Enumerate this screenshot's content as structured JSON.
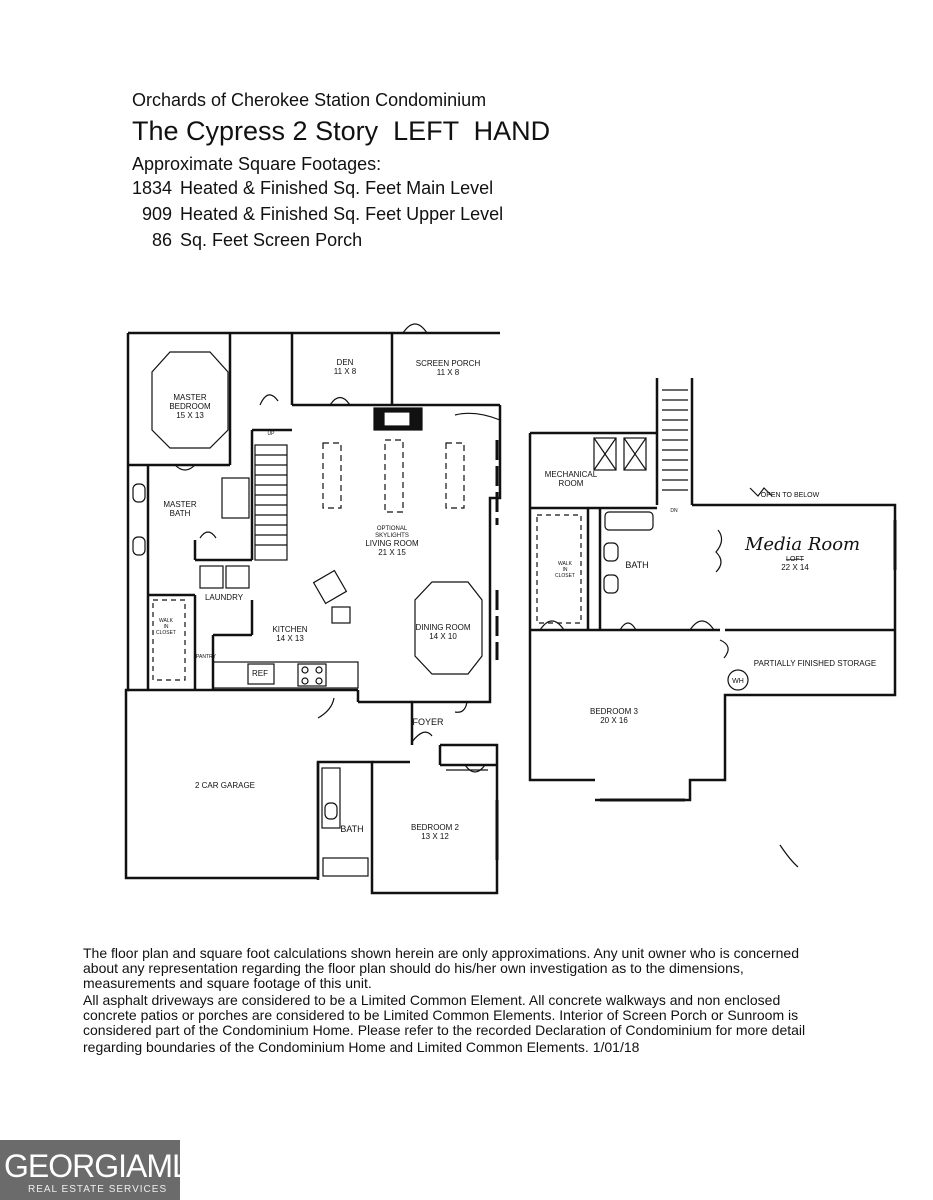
{
  "header": {
    "community": "Orchards of Cherokee Station Condominium",
    "plan_title": "The Cypress 2 Story  LEFT  HAND",
    "sqft_heading": "Approximate Square Footages:",
    "lines": [
      {
        "value": "1834",
        "text": "Heated & Finished Sq. Feet Main Level"
      },
      {
        "value": "909",
        "text": "Heated & Finished Sq. Feet Upper Level"
      },
      {
        "value": "86",
        "text": "Sq. Feet Screen Porch"
      }
    ]
  },
  "main_level": {
    "rooms": {
      "master_bedroom": [
        "MASTER",
        "BEDROOM",
        "15 X 13"
      ],
      "den": [
        "DEN",
        "11 X 8"
      ],
      "screen_porch": [
        "SCREEN PORCH",
        "11 X 8"
      ],
      "master_bath": [
        "MASTER",
        "BATH"
      ],
      "optional_skylights": [
        "OPTIONAL",
        "SKYLIGHTS"
      ],
      "living_room": [
        "LIVING ROOM",
        "21 X 15"
      ],
      "laundry": "LAUNDRY",
      "walk_in_closet": [
        "WALK",
        "IN",
        "CLOSET"
      ],
      "pantry": "PANTRY",
      "kitchen": [
        "KITCHEN",
        "14 X 13"
      ],
      "ref": "REF",
      "dining_room": [
        "DINING ROOM",
        "14 X 10"
      ],
      "foyer": "FOYER",
      "garage": "2 CAR GARAGE",
      "bath": "BATH",
      "bedroom2": [
        "BEDROOM 2",
        "13 X 12"
      ],
      "up": "UP"
    }
  },
  "upper_level": {
    "rooms": {
      "mechanical": [
        "MECHANICAL",
        "ROOM"
      ],
      "walk_in_closet": [
        "WALK",
        "IN",
        "CLOSET"
      ],
      "bath": "BATH",
      "dn": "DN",
      "open_to_below": "OPEN TO BELOW",
      "loft": [
        "LOFT",
        "22 X 14"
      ],
      "handwritten": "Media Room",
      "storage": "PARTIALLY FINISHED STORAGE",
      "wh": "WH",
      "bedroom3": [
        "BEDROOM 3",
        "20 X 16"
      ]
    }
  },
  "disclaimer": [
    "The floor plan and square foot calculations shown herein are only approximations. Any unit owner who is concerned",
    "about any representation regarding the floor plan should do his/her own investigation as to the dimensions,",
    "measurements and square footage of this unit.",
    "All asphalt driveways are considered to be a Limited Common Element.  All concrete walkways and non enclosed",
    "concrete patios or porches are considered to be Limited Common Elements.  Interior of Screen Porch or Sunroom is",
    "considered part of the Condominium Home.  Please refer to the recorded Declaration of Condominium for more detail",
    "regarding boundaries of the Condominium Home and Limited Common Elements.    1/01/18"
  ],
  "logo": {
    "main": "GEORGIAMLS",
    "sub": "REAL ESTATE SERVICES"
  }
}
